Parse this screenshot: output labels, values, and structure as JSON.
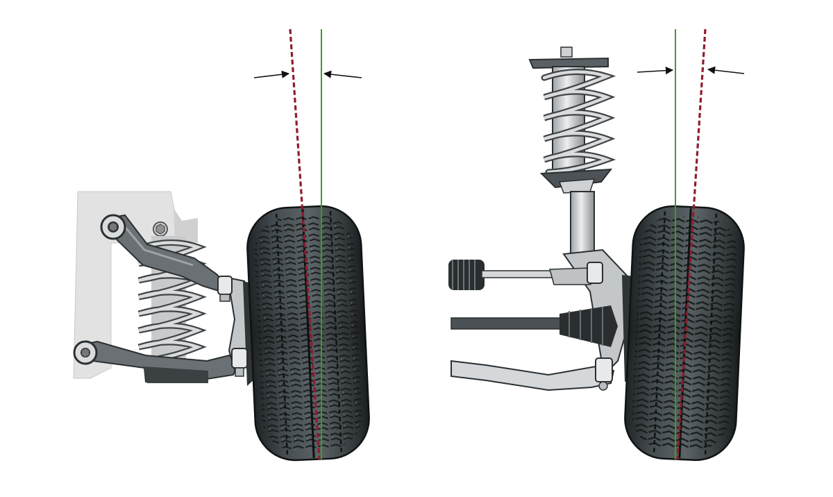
{
  "diagram": {
    "background": "#ffffff",
    "colors": {
      "true_vertical": "#3c9a28",
      "wheel_axis": "#8e1c2c",
      "arrow": "#111111",
      "tire_dark": "#2b3133",
      "tire_mid": "#596063",
      "tire_light": "#a7adb0",
      "metal_light": "#d7d9db",
      "metal_mid": "#8d9194",
      "metal_dark": "#3e4345",
      "chassis": "#e3e3e3"
    },
    "panels": [
      {
        "name": "double-wishbone-suspension",
        "camber": "negative",
        "markers": [
          "true-vertical-line",
          "wheel-centerline",
          "camber-arrows"
        ]
      },
      {
        "name": "macpherson-strut-suspension",
        "camber": "positive",
        "markers": [
          "true-vertical-line",
          "wheel-centerline",
          "camber-arrows"
        ]
      }
    ]
  }
}
